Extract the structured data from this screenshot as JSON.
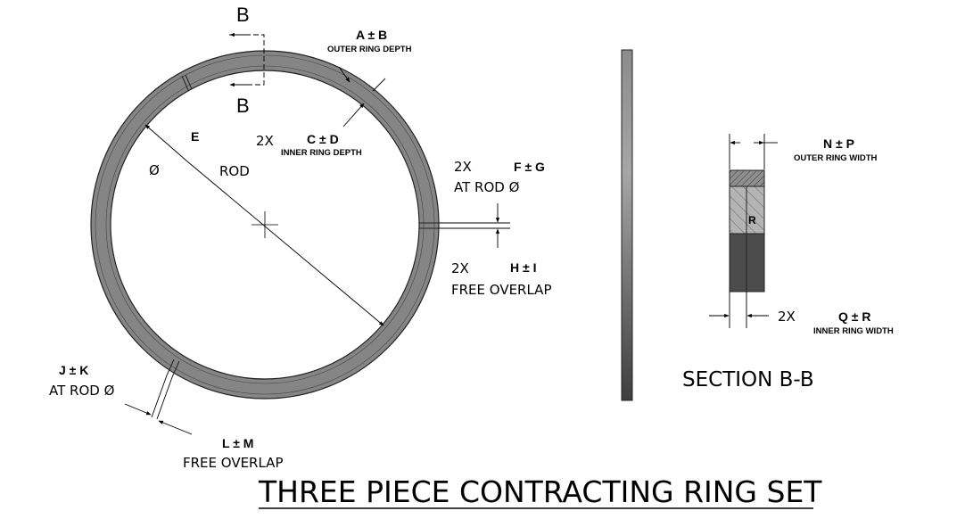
{
  "section_marker": {
    "top_letter": "B",
    "bottom_letter": "B"
  },
  "dim_outer_depth": {
    "value": "A ± B",
    "caption": "OUTER RING DEPTH"
  },
  "dim_inner_depth": {
    "count": "2X",
    "value": "C ± D",
    "caption": "INNER RING DEPTH"
  },
  "dim_rod": {
    "letter": "E",
    "symbol": "Ø",
    "caption": "ROD"
  },
  "dim_gap_at_rod_right": {
    "count": "2X",
    "value": "F ± G",
    "caption": "AT ROD Ø"
  },
  "dim_free_overlap_right": {
    "count": "2X",
    "value": "H ± I",
    "caption": "FREE OVERLAP"
  },
  "dim_gap_at_rod_left": {
    "value": "J ± K",
    "caption": "AT ROD Ø"
  },
  "dim_free_overlap_left": {
    "value": "L ± M",
    "caption": "FREE OVERLAP"
  },
  "dim_outer_width": {
    "value": "N ± P",
    "caption": "OUTER RING WIDTH"
  },
  "dim_inner_width": {
    "count": "2X",
    "value": "Q ± R",
    "caption": "INNER RING WIDTH"
  },
  "section_view": {
    "label": "SECTION B-B",
    "region_letter": "R"
  },
  "title": "THREE PIECE CONTRACTING RING SET"
}
